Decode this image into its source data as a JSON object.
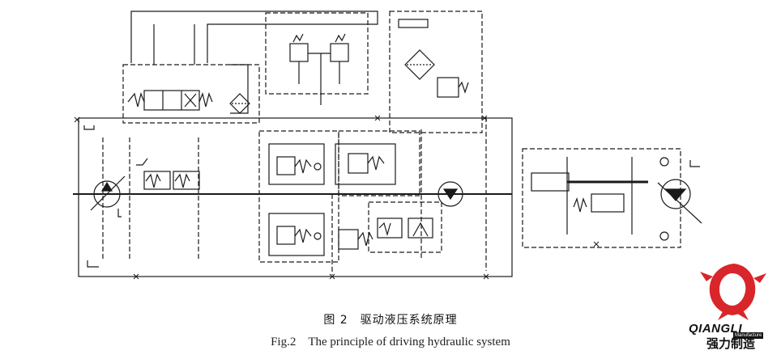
{
  "figure": {
    "caption_cn": "图 2　驱动液压系统原理",
    "caption_en": "Fig.2　The principle of driving hydraulic system"
  },
  "logo": {
    "name": "QIANGLI",
    "chinese": "强力制造",
    "tagline": "Manufacture",
    "color": "#d8262b"
  },
  "colors": {
    "line": "#1a1a1a",
    "background": "#ffffff"
  }
}
